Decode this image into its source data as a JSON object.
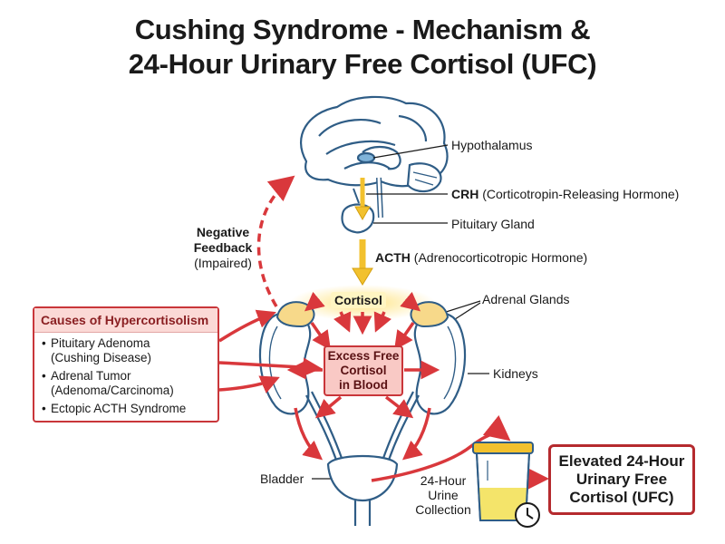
{
  "title": {
    "line1": "Cushing Syndrome - Mechanism &",
    "line2": "24-Hour Urinary Free Cortisol (UFC)"
  },
  "labels": {
    "hypothalamus": "Hypothalamus",
    "crh_abbr": "CRH",
    "crh_full": "(Corticotropin-Releasing Hormone)",
    "pituitary": "Pituitary Gland",
    "acth_abbr": "ACTH",
    "acth_full": "(Adrenocorticotropic Hormone)",
    "negative_feedback_1": "Negative",
    "negative_feedback_2": "Feedback",
    "negative_feedback_3": "(Impaired)",
    "cortisol": "Cortisol",
    "adrenal_glands": "Adrenal Glands",
    "kidneys": "Kidneys",
    "excess_1": "Excess Free",
    "excess_2": "Cortisol",
    "excess_3": "in Blood",
    "bladder": "Bladder",
    "urine_1": "24-Hour",
    "urine_2": "Urine",
    "urine_3": "Collection",
    "ufc_1": "Elevated 24-Hour",
    "ufc_2": "Urinary Free",
    "ufc_3": "Cortisol (UFC)"
  },
  "causes": {
    "header": "Causes of Hypercortisolism",
    "items": [
      {
        "line1": "Pituitary Adenoma",
        "line2": "(Cushing Disease)"
      },
      {
        "line1": "Adrenal Tumor",
        "line2": "(Adenoma/Carcinoma)"
      },
      {
        "line1": "Ectopic ACTH Syndrome",
        "line2": ""
      }
    ]
  },
  "colors": {
    "red_arrow": "#d9383c",
    "hormone_arrow": "#f2c12e",
    "outline_blue": "#2f5d86",
    "adrenal_fill": "#f7d98a",
    "urine_fill": "#f4e46a"
  }
}
